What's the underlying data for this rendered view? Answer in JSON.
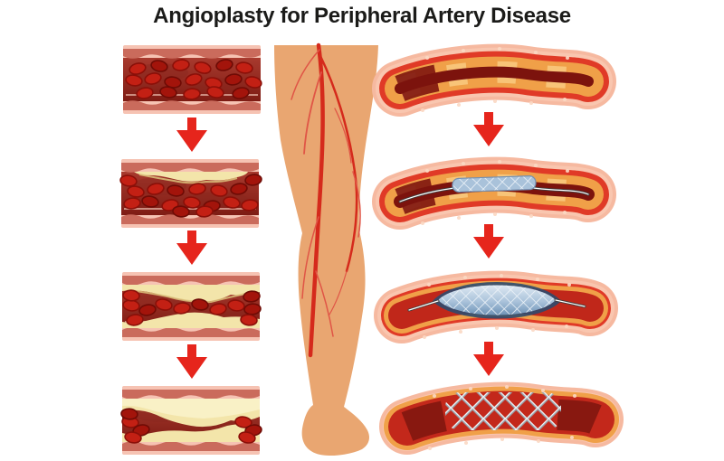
{
  "title": "Angioplasty for Peripheral Artery Disease",
  "colors": {
    "background": "#ffffff",
    "title_text": "#1b1b19",
    "arrow_red": "#e6251c",
    "vessel_wall_pink": "#f6c3b3",
    "vessel_wall_dusty": "#ca6b5c",
    "lumen_dark_red": "#8c241c",
    "blood_cell_red": "#c32014",
    "plaque_pale_yellow": "#f3e5aa",
    "plaque_orange": "#f0a048",
    "balloon_blue": "#a9c2da",
    "stent_mesh_white": "#f1f5f8",
    "leg_skin_tan": "#e9a671",
    "leg_artery_red": "#d52a1c"
  },
  "left_sequence": {
    "description_icon": "disease-progression-sequence",
    "arrow_icon": "down-arrow-icon",
    "stages": [
      {
        "icon": "healthy-artery-icon"
      },
      {
        "icon": "early-plaque-artery-icon"
      },
      {
        "icon": "narrowed-artery-icon"
      },
      {
        "icon": "severely-blocked-artery-icon"
      }
    ]
  },
  "center": {
    "icon": "leg-with-arteries-icon"
  },
  "right_sequence": {
    "description_icon": "angioplasty-procedure-sequence",
    "arrow_icon": "down-arrow-icon",
    "stages": [
      {
        "icon": "stenosed-artery-icon"
      },
      {
        "icon": "catheter-balloon-inserted-icon"
      },
      {
        "icon": "balloon-inflated-stent-icon"
      },
      {
        "icon": "stent-in-place-icon"
      }
    ]
  }
}
